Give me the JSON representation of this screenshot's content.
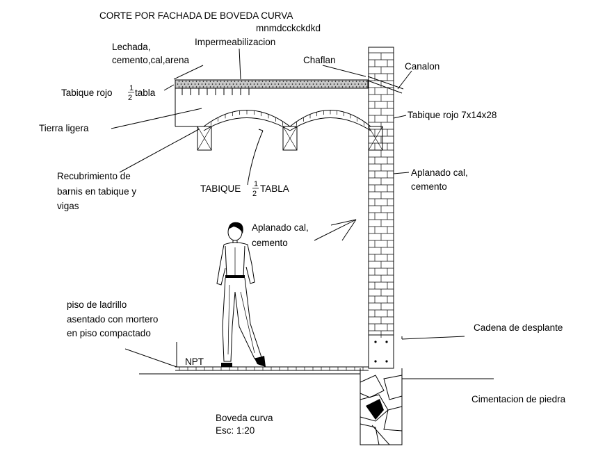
{
  "title": "CORTE POR FACHADA DE BOVEDA CURVA",
  "subtitle": "mnmdcckckdkd",
  "labels": {
    "lechada_1": "Lechada,",
    "lechada_2": "cemento,cal,arena",
    "impermeabilizacion": "Impermeabilizacion",
    "chaflan": "Chaflan",
    "canalon": "Canalon",
    "tabique_rojo_media": "Tabique rojo",
    "media_num": "1",
    "media_den": "2",
    "tabla": "tabla",
    "tabique_rojo_7x14": "Tabique rojo 7x14x28",
    "tierra_ligera": "Tierra ligera",
    "recubrimiento_1": "Recubrimiento de",
    "recubrimiento_2": "barnis en tabique y",
    "recubrimiento_3": "vigas",
    "tabique_media_tabla_a": "TABIQUE",
    "tabique_media_tabla_b": "TABLA",
    "aplanado_ext_1": "Aplanado cal,",
    "aplanado_ext_2": "cemento",
    "aplanado_int_1": "Aplanado cal,",
    "aplanado_int_2": "cemento",
    "piso_1": "piso de ladrillo",
    "piso_2": "asentado con mortero",
    "piso_3": "en piso compactado",
    "npt": "NPT",
    "cadena": "Cadena de desplante",
    "cimentacion": "Cimentacion de piedra",
    "footer_1": "Boveda curva",
    "footer_2": "Esc: 1:20"
  },
  "colors": {
    "ink": "#000000",
    "paper": "#ffffff",
    "fill_gray": "#9a9a9a"
  },
  "icons": [
    "human-figure-icon",
    "brick-wall-icon",
    "stone-foundation-icon"
  ]
}
